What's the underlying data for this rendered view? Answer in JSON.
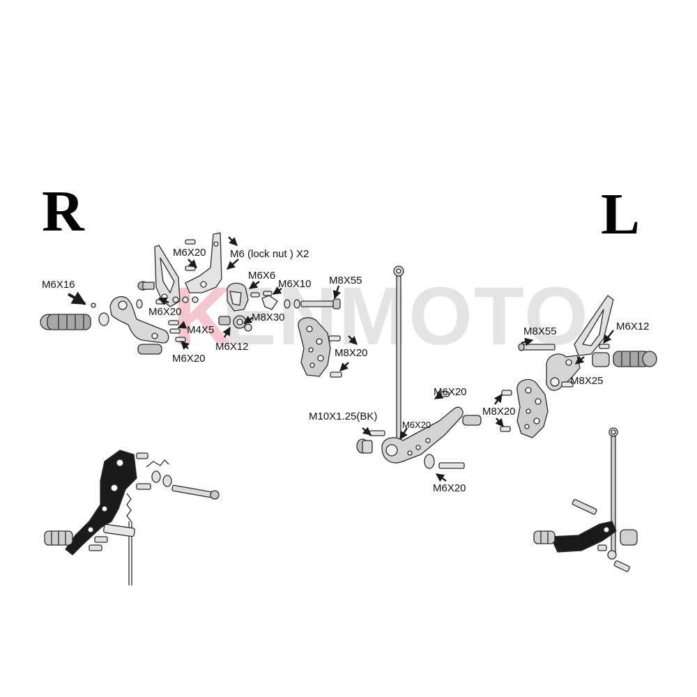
{
  "side_labels": {
    "right": "R",
    "left": "L"
  },
  "watermark": {
    "prefix": "K",
    "main": "ENMOTO",
    "accent_color": "#f2b6c0",
    "main_color": "#d9d9d9"
  },
  "parts": [
    {
      "id": "m6x16",
      "text": "M6X16"
    },
    {
      "id": "m6x20-a",
      "text": "M6X20"
    },
    {
      "id": "m6-locknut",
      "text": "M6 (lock nut ) X2"
    },
    {
      "id": "m6x6",
      "text": "M6X6"
    },
    {
      "id": "m6x10",
      "text": "M6X10"
    },
    {
      "id": "m8x55-a",
      "text": "M8X55"
    },
    {
      "id": "m6x20-b",
      "text": "M6X20"
    },
    {
      "id": "m8x30",
      "text": "M8X30"
    },
    {
      "id": "m4x5",
      "text": "M4X5"
    },
    {
      "id": "m6x12-a",
      "text": "M6X12"
    },
    {
      "id": "m6x20-c",
      "text": "M6X20"
    },
    {
      "id": "m8x20-a",
      "text": "M8X20"
    },
    {
      "id": "m8x55-b",
      "text": "M8X55"
    },
    {
      "id": "m6x12-b",
      "text": "M6X12"
    },
    {
      "id": "m8x25",
      "text": "M8X25"
    },
    {
      "id": "m6x20-d",
      "text": "M6X20"
    },
    {
      "id": "m10x125",
      "text": "M10X1.25(BK)"
    },
    {
      "id": "m6x20-e",
      "text": "M6X20"
    },
    {
      "id": "m8x20-b",
      "text": "M8X20"
    },
    {
      "id": "m6x20-f",
      "text": "M6X20"
    }
  ],
  "colors": {
    "part_fill": "#cfcfcf",
    "part_stroke": "#2a2a2a",
    "dark_part": "#1a1a1a",
    "arrow": "#1a1a1a"
  }
}
